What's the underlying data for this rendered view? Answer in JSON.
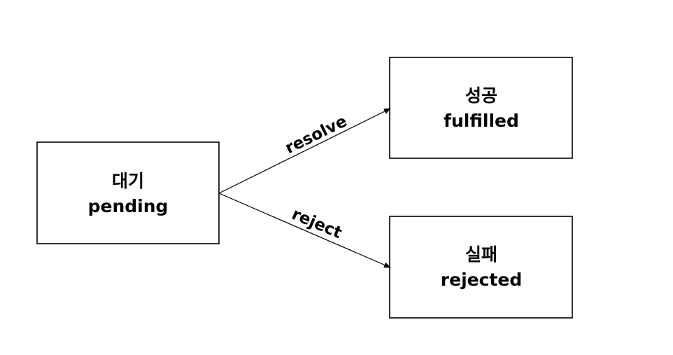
{
  "diagram": {
    "states": {
      "pending": {
        "korean": "대기",
        "english": "pending"
      },
      "fulfilled": {
        "korean": "성공",
        "english": "fulfilled"
      },
      "rejected": {
        "korean": "실패",
        "english": "rejected"
      }
    },
    "transitions": {
      "resolve": {
        "label": "resolve",
        "from": "pending",
        "to": "fulfilled"
      },
      "reject": {
        "label": "reject",
        "from": "pending",
        "to": "rejected"
      }
    }
  }
}
